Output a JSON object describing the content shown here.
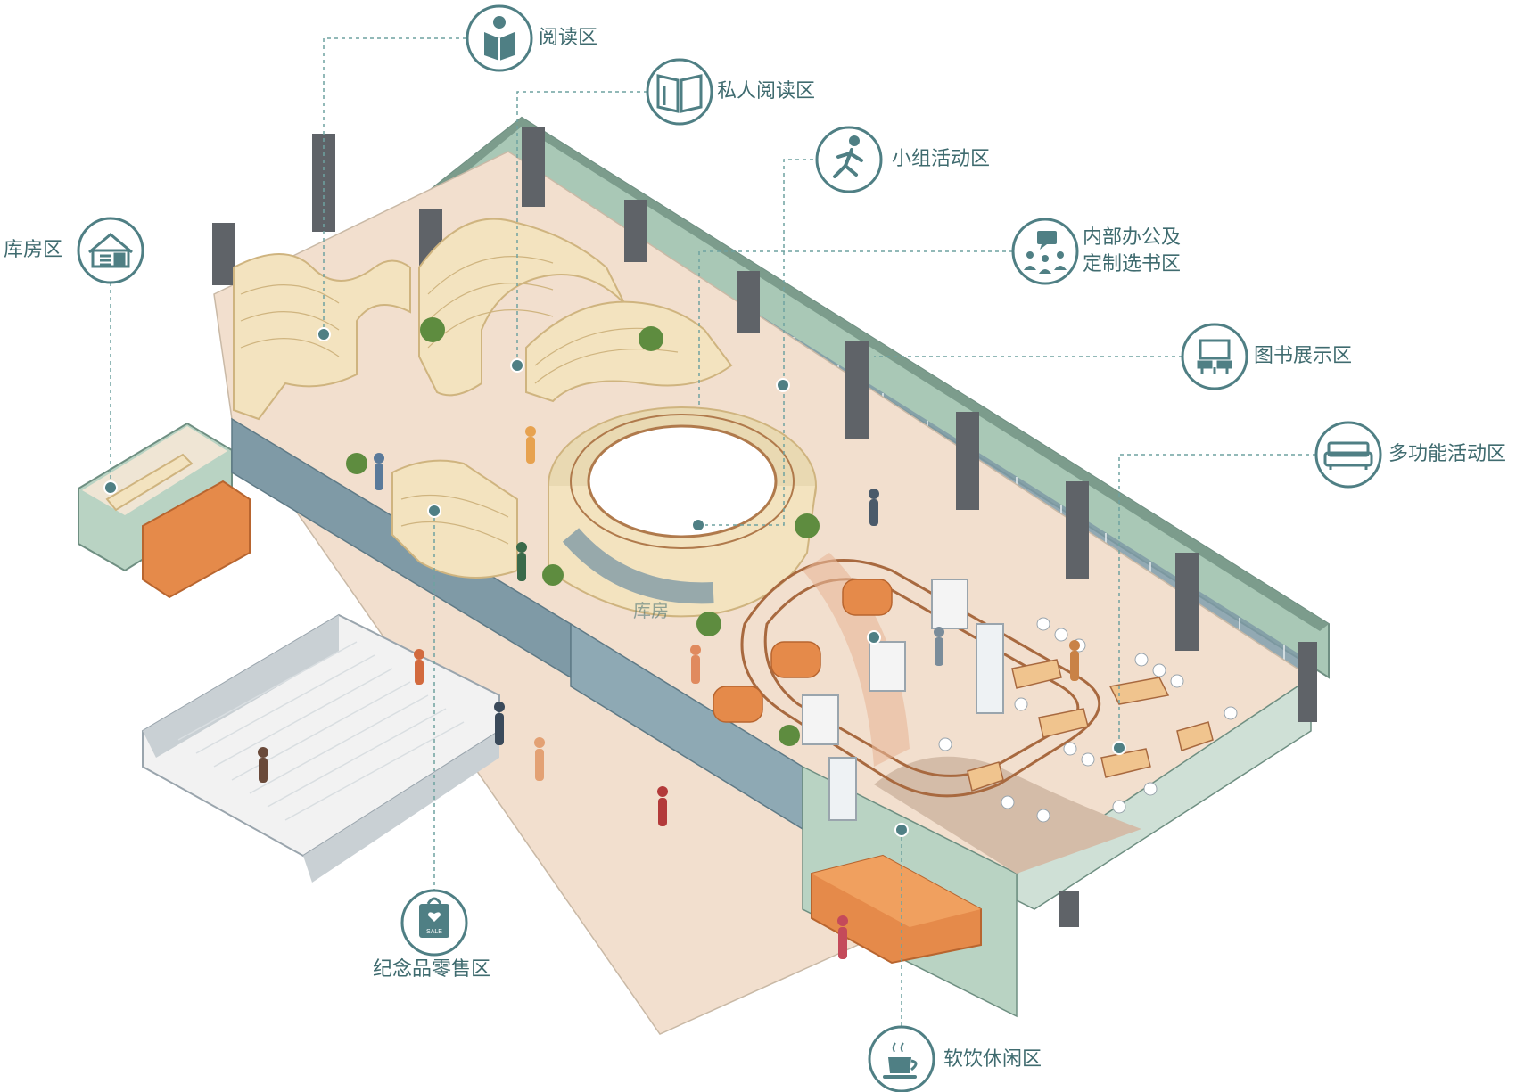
{
  "colors": {
    "accent": "#4f7f84",
    "leader": "#6fa2a0",
    "floor": "#f2dfce",
    "floor_dark": "#e7b89a",
    "wall_green": "#a9c8b6",
    "glass": "#7f9aa6",
    "shelf": "#f3e3bf",
    "shelf_line": "#cfb47f",
    "orange": "#e58a4a",
    "pillar": "#5f6368"
  },
  "zones": [
    {
      "key": "reading",
      "label": "阅读区",
      "icon": "reading-person-icon"
    },
    {
      "key": "private_reading",
      "label": "私人阅读区",
      "icon": "open-book-icon"
    },
    {
      "key": "group_activity",
      "label": "小组活动区",
      "icon": "running-person-icon"
    },
    {
      "key": "office",
      "label_line1": "内部办公及",
      "label_line2": "定制选书区",
      "icon": "meeting-chat-icon"
    },
    {
      "key": "display",
      "label": "图书展示区",
      "icon": "display-screen-icon"
    },
    {
      "key": "multi",
      "label": "多功能活动区",
      "icon": "sofa-icon"
    },
    {
      "key": "storage",
      "label": "库房区",
      "icon": "warehouse-icon"
    },
    {
      "key": "souvenir",
      "label": "纪念品零售区",
      "icon": "shopping-bag-icon",
      "badge": "SALE"
    },
    {
      "key": "cafe",
      "label": "软饮休闲区",
      "icon": "coffee-cup-icon"
    }
  ],
  "floor_text": "库房"
}
